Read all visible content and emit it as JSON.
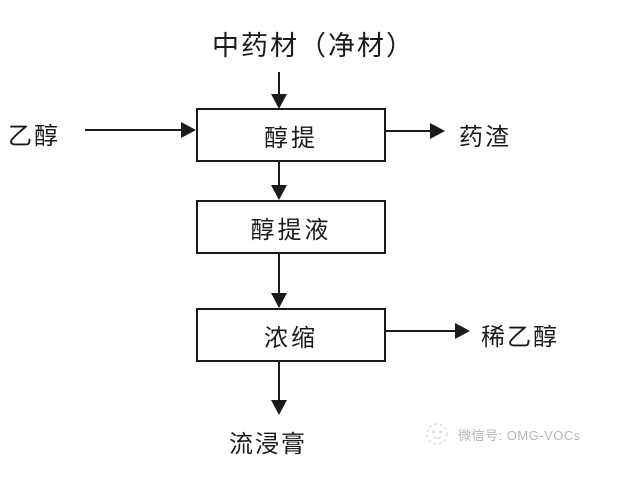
{
  "flow": {
    "title": "中药材（净材）",
    "boxes": [
      {
        "name": "alcohol-extraction",
        "label": "醇提"
      },
      {
        "name": "alcohol-extract-liquid",
        "label": "醇提液"
      },
      {
        "name": "concentration",
        "label": "浓缩"
      }
    ],
    "labels": {
      "input_ethanol": "乙醇",
      "output_residue": "药渣",
      "output_dilute_ethanol": "稀乙醇",
      "output_fluid_extract": "流浸膏"
    }
  },
  "watermark": {
    "icon": "wechat-logo-icon",
    "text": "微信号: OMG-VOCs"
  },
  "colors": {
    "line": "#1b1b1b",
    "watermark_text": "#b6b6b6",
    "background": "#ffffff"
  }
}
